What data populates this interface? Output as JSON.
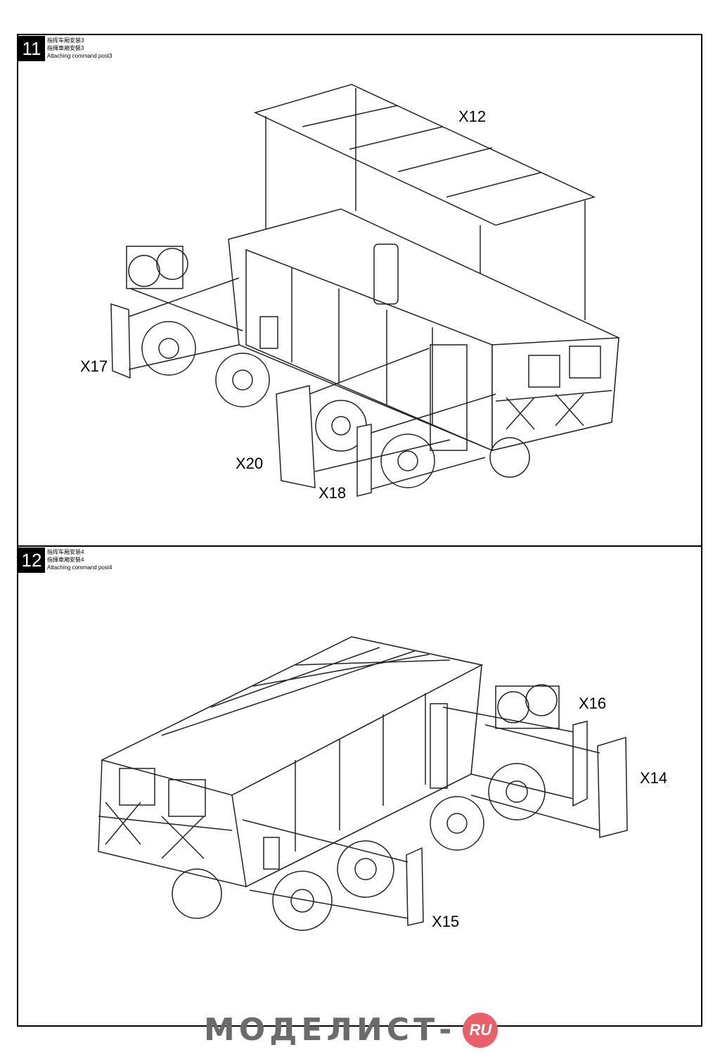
{
  "steps": [
    {
      "number": "11",
      "caption_cn1": "指挥车厢安装3",
      "caption_cn2": "指揮車廂安裝3",
      "caption_en": "Attaching command post3",
      "parts": [
        "X12",
        "X17",
        "X20",
        "X18"
      ]
    },
    {
      "number": "12",
      "caption_cn1": "指挥车厢安装4",
      "caption_cn2": "指揮車廂安裝4",
      "caption_en": "Attaching command post4",
      "parts": [
        "X16",
        "X14",
        "X15"
      ]
    }
  ],
  "watermark": {
    "text": "МОДЕЛИСТ-",
    "badge": "RU",
    "badge_color": "#e8616a"
  }
}
